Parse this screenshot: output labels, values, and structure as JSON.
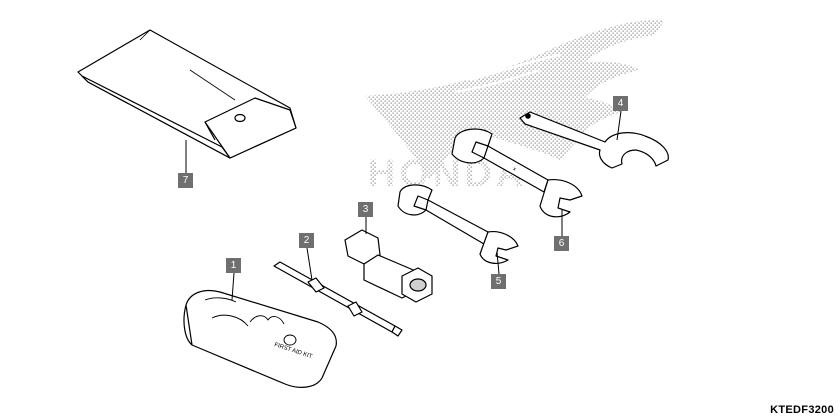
{
  "diagram": {
    "callouts": [
      {
        "id": "1",
        "label": "1"
      },
      {
        "id": "2",
        "label": "2"
      },
      {
        "id": "3",
        "label": "3"
      },
      {
        "id": "4",
        "label": "4"
      },
      {
        "id": "5",
        "label": "5"
      },
      {
        "id": "6",
        "label": "6"
      },
      {
        "id": "7",
        "label": "7"
      }
    ],
    "pouch_text": "FIRST AID KIT",
    "logo_text": "HONDA",
    "figure_code": "KTEDF3200"
  }
}
